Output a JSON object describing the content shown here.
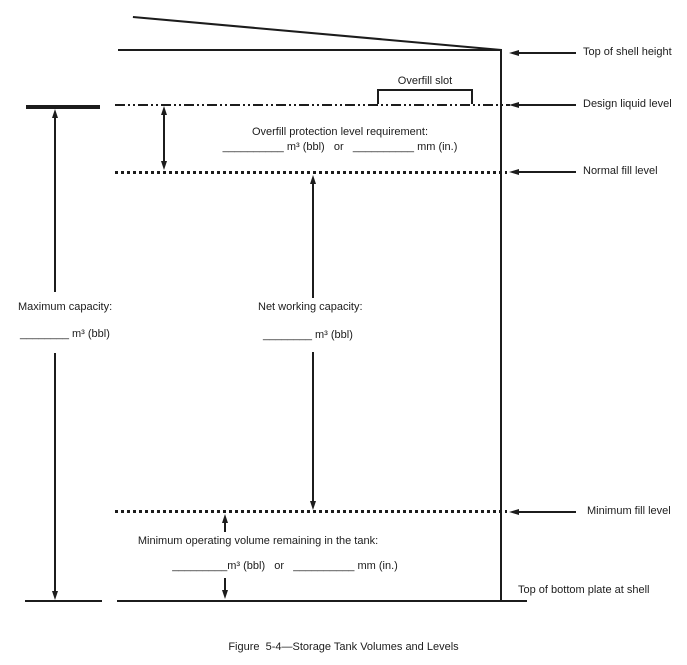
{
  "caption": "Figure  5-4—Storage Tank Volumes and Levels",
  "tank": {
    "overfill_slot_label": "Overfill slot"
  },
  "level_labels": {
    "top_of_shell": "Top of shell height",
    "design_liquid": "Design liquid level",
    "normal_fill": "Normal fill level",
    "minimum_fill": "Minimum fill level",
    "bottom_plate": "Top of bottom plate at shell"
  },
  "dimensions": {
    "overfill_requirement": {
      "title": "Overfill protection level requirement:",
      "value_line": "__________ m³ (bbl)   or   __________ mm (in.)"
    },
    "maximum_capacity": {
      "title": "Maximum capacity:",
      "value_line": "________ m³ (bbl)"
    },
    "net_working_capacity": {
      "title": "Net working capacity:",
      "value_line": "________ m³ (bbl)"
    },
    "minimum_operating_volume": {
      "title": "Minimum operating volume remaining in the tank:",
      "value_line": "_________m³ (bbl)   or   __________ mm (in.)"
    }
  },
  "colors": {
    "line": "#1c1c1c",
    "background": "#ffffff"
  }
}
